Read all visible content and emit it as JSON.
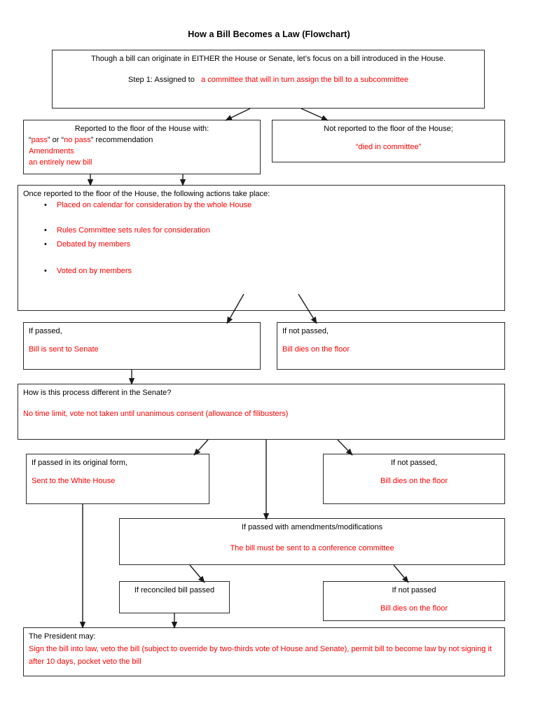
{
  "title": "How a Bill Becomes a Law (Flowchart)",
  "colors": {
    "red": "#ff0000",
    "black": "#000000",
    "border": "#2b2b2b"
  },
  "boxes": {
    "intro": {
      "line1": "Though a bill can originate in EITHER the House or Senate, let’s focus on a bill introduced in the House.",
      "step_label": "Step 1: Assigned to",
      "step_value": "a committee that will in turn assign the bill to a subcommittee"
    },
    "reported": {
      "heading": "Reported to the floor of the House with:",
      "quote_open": "“",
      "pass": "pass",
      "quote_close": "”",
      "or": " or ",
      "no_pass": "no pass",
      "recommendation": " recommendation",
      "amendments": "Amendments",
      "new_bill": "an entirely new bill"
    },
    "not_reported": {
      "heading": "Not reported to the floor of the House;",
      "died": "“died in committee”"
    },
    "actions": {
      "heading": "Once reported to the floor of the House, the following actions take place:",
      "bullets": [
        "Placed on calendar for consideration by the whole House",
        "Rules Committee sets rules for consideration",
        "Debated by members",
        "Voted on by members"
      ]
    },
    "house_passed": {
      "heading": "If passed,",
      "body": "Bill is sent to Senate"
    },
    "house_not_passed": {
      "heading": "If not passed,",
      "body": "Bill dies on the floor"
    },
    "senate": {
      "heading": "How is this process different in the Senate?",
      "body": "No time limit, vote not taken until unanimous consent (allowance of filibusters)"
    },
    "senate_original": {
      "heading": "If passed in its original form,",
      "body": "Sent to the White House"
    },
    "senate_not_passed": {
      "heading": "If not passed,",
      "body": "Bill dies on the floor"
    },
    "amended": {
      "heading": "If passed with amendments/modifications",
      "body": "The bill must be sent to a conference committee"
    },
    "reconciled_passed": {
      "heading": "If reconciled bill passed"
    },
    "reconciled_not_passed": {
      "heading": "If not passed",
      "body": "Bill dies on the floor"
    },
    "president": {
      "heading": "The President may:",
      "body": "Sign the bill into law, veto the bill (subject to override by two-thirds vote of House and Senate), permit bill to become law by not signing it after 10 days, pocket veto the bill"
    }
  }
}
